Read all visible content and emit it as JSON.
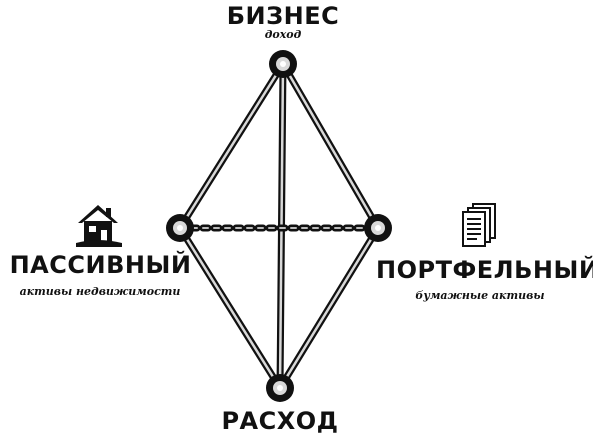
{
  "nodes": {
    "top": {
      "title": "БИЗНЕС",
      "subtitle": "доход"
    },
    "left": {
      "title": "ПАССИВНЫЙ",
      "subtitle": "активы недвижимости"
    },
    "right": {
      "title": "ПОРТФЕЛЬНЫЙ",
      "subtitle": "бумажные активы"
    },
    "bottom": {
      "title": "РАСХОД"
    }
  },
  "icons": {
    "left": "house-icon",
    "right": "documents-icon"
  },
  "colors": {
    "ink": "#111111",
    "background": "#ffffff"
  }
}
